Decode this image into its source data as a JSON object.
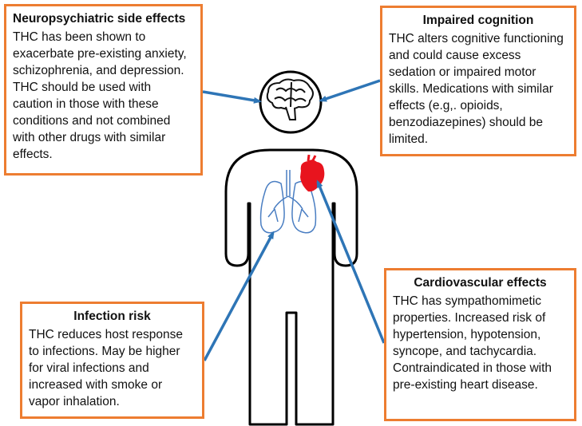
{
  "colors": {
    "box_border": "#ED7D31",
    "arrow": "#2E75B6",
    "heart": "#E8141E",
    "lungs": "#4A7EC2"
  },
  "icons": [
    "brain-icon",
    "lungs-icon",
    "heart-icon",
    "human-figure-icon"
  ],
  "boxes": {
    "neuro": {
      "title": "Neuropsychiatric side effects",
      "text": "THC has been shown to exacerbate pre-existing anxiety, schizophrenia, and depression. THC should be used with caution in those with these conditions and not combined with other drugs with similar effects."
    },
    "cognition": {
      "title": "Impaired cognition",
      "text": "THC alters cognitive functioning and could cause excess sedation or impaired motor skills. Medications with similar effects (e.g,. opioids, benzodiazepines) should be limited."
    },
    "infection": {
      "title": "Infection risk",
      "text": "THC reduces host response to infections. May be higher for viral infections and increased with smoke or vapor inhalation."
    },
    "cardio": {
      "title": "Cardiovascular effects",
      "text": "THC has sympathomimetic properties. Increased risk of hypertension, hypotension, syncope, and tachycardia. Contraindicated in those with pre-existing heart disease."
    }
  }
}
